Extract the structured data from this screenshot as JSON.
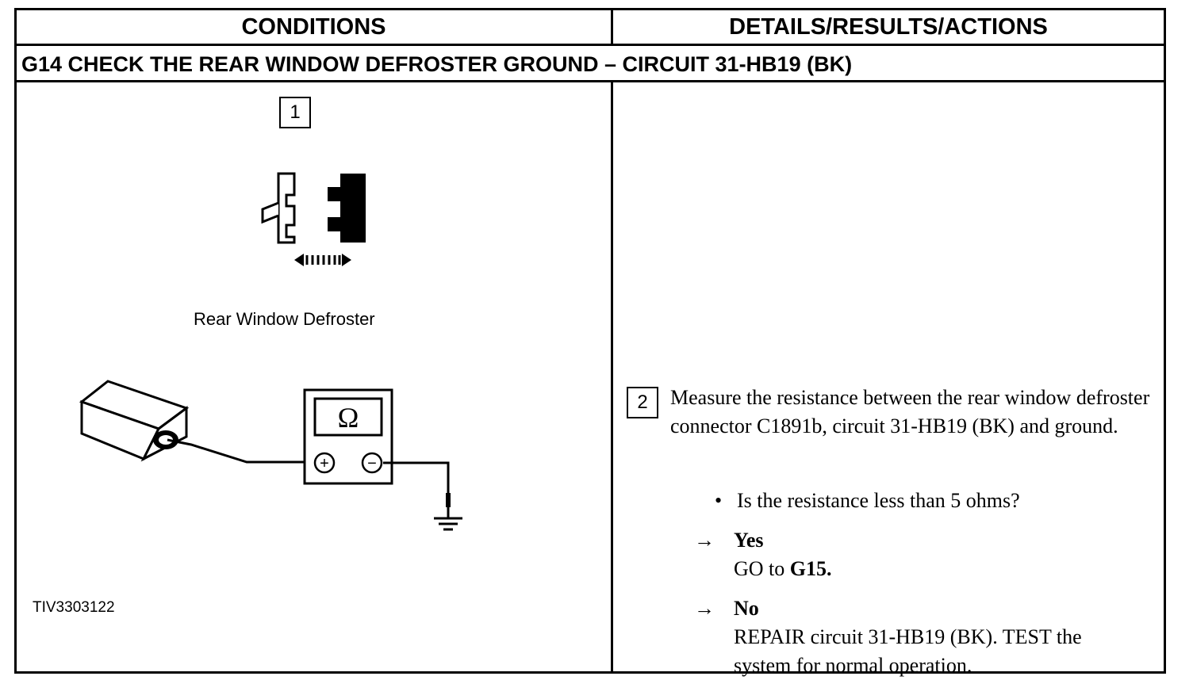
{
  "header": {
    "conditions": "CONDITIONS",
    "details": "DETAILS/RESULTS/ACTIONS"
  },
  "test_title": "G14 CHECK THE REAR WINDOW DEFROSTER GROUND – CIRCUIT 31-HB19 (BK)",
  "conditions": {
    "step1_number": "1",
    "connector_caption": "Rear Window Defroster",
    "meter_symbol": "Ω",
    "plus_symbol": "+",
    "minus_symbol": "−",
    "figure_id": "TIV3303122"
  },
  "details": {
    "step2_number": "2",
    "instruction": "Measure the resistance between the rear window defroster connector C1891b, circuit 31-HB19 (BK) and ground.",
    "bullet": "•",
    "question": "Is the resistance less than 5 ohms?",
    "arrow": "→",
    "yes_label": "Yes",
    "yes_action_prefix": "GO to ",
    "yes_action_target": "G15.",
    "no_label": "No",
    "no_action_line1": "REPAIR circuit 31-HB19 (BK). TEST the",
    "no_action_line2": "system for normal operation."
  }
}
